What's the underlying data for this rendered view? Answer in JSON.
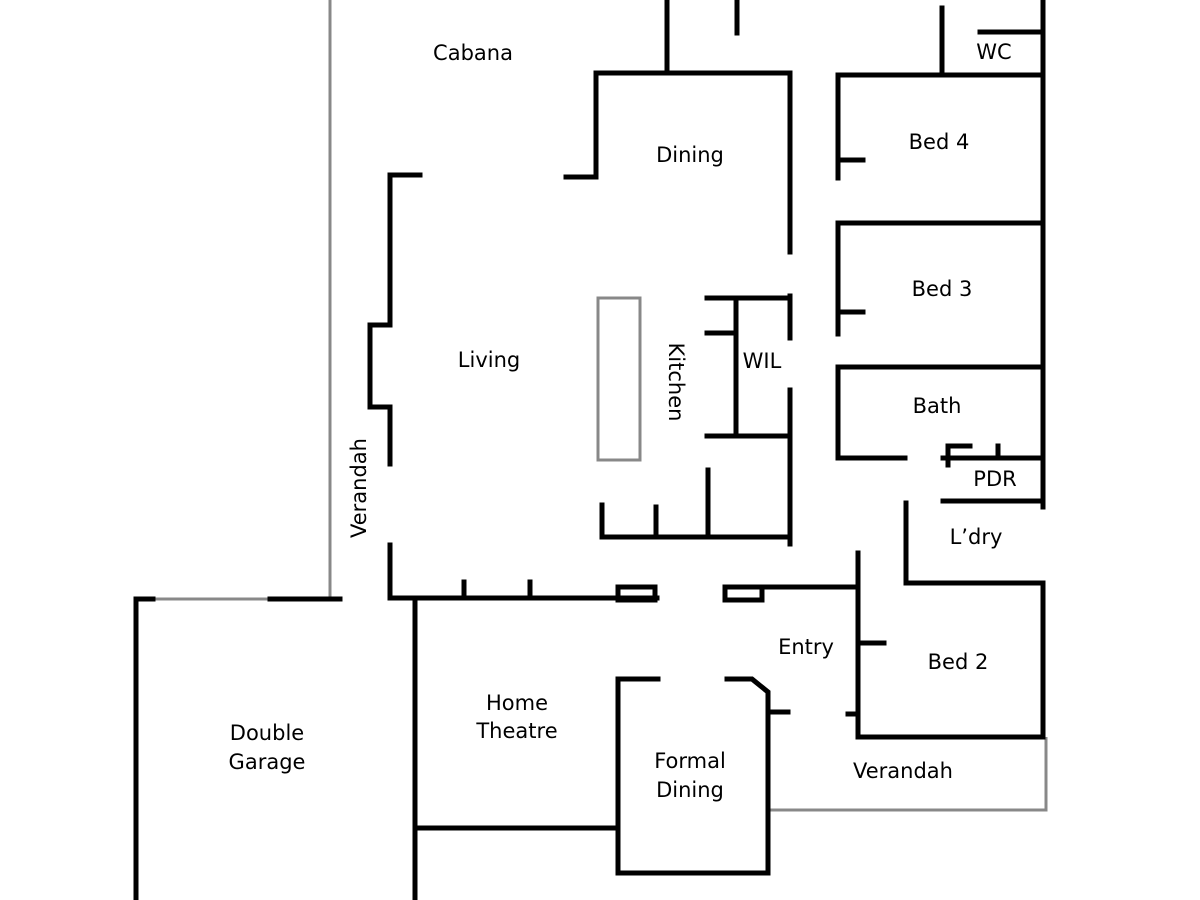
{
  "colors": {
    "wall": "#000000",
    "boundary": "#888888",
    "island": "#888888",
    "background": "#ffffff"
  },
  "rooms": {
    "cabana": "Cabana",
    "dining": "Dining",
    "wc": "WC",
    "bed4": "Bed 4",
    "bed3": "Bed 3",
    "living": "Living",
    "kitchen": "Kitchen",
    "wil": "WIL",
    "bath": "Bath",
    "pdr": "PDR",
    "laundry": "L’dry",
    "verandah_side": "Verandah",
    "entry": "Entry",
    "bed2": "Bed 2",
    "home_theatre_line1": "Home",
    "home_theatre_line2": "Theatre",
    "double_garage_line1": "Double",
    "double_garage_line2": "Garage",
    "formal_dining_line1": "Formal",
    "formal_dining_line2": "Dining",
    "verandah_front": "Verandah"
  }
}
